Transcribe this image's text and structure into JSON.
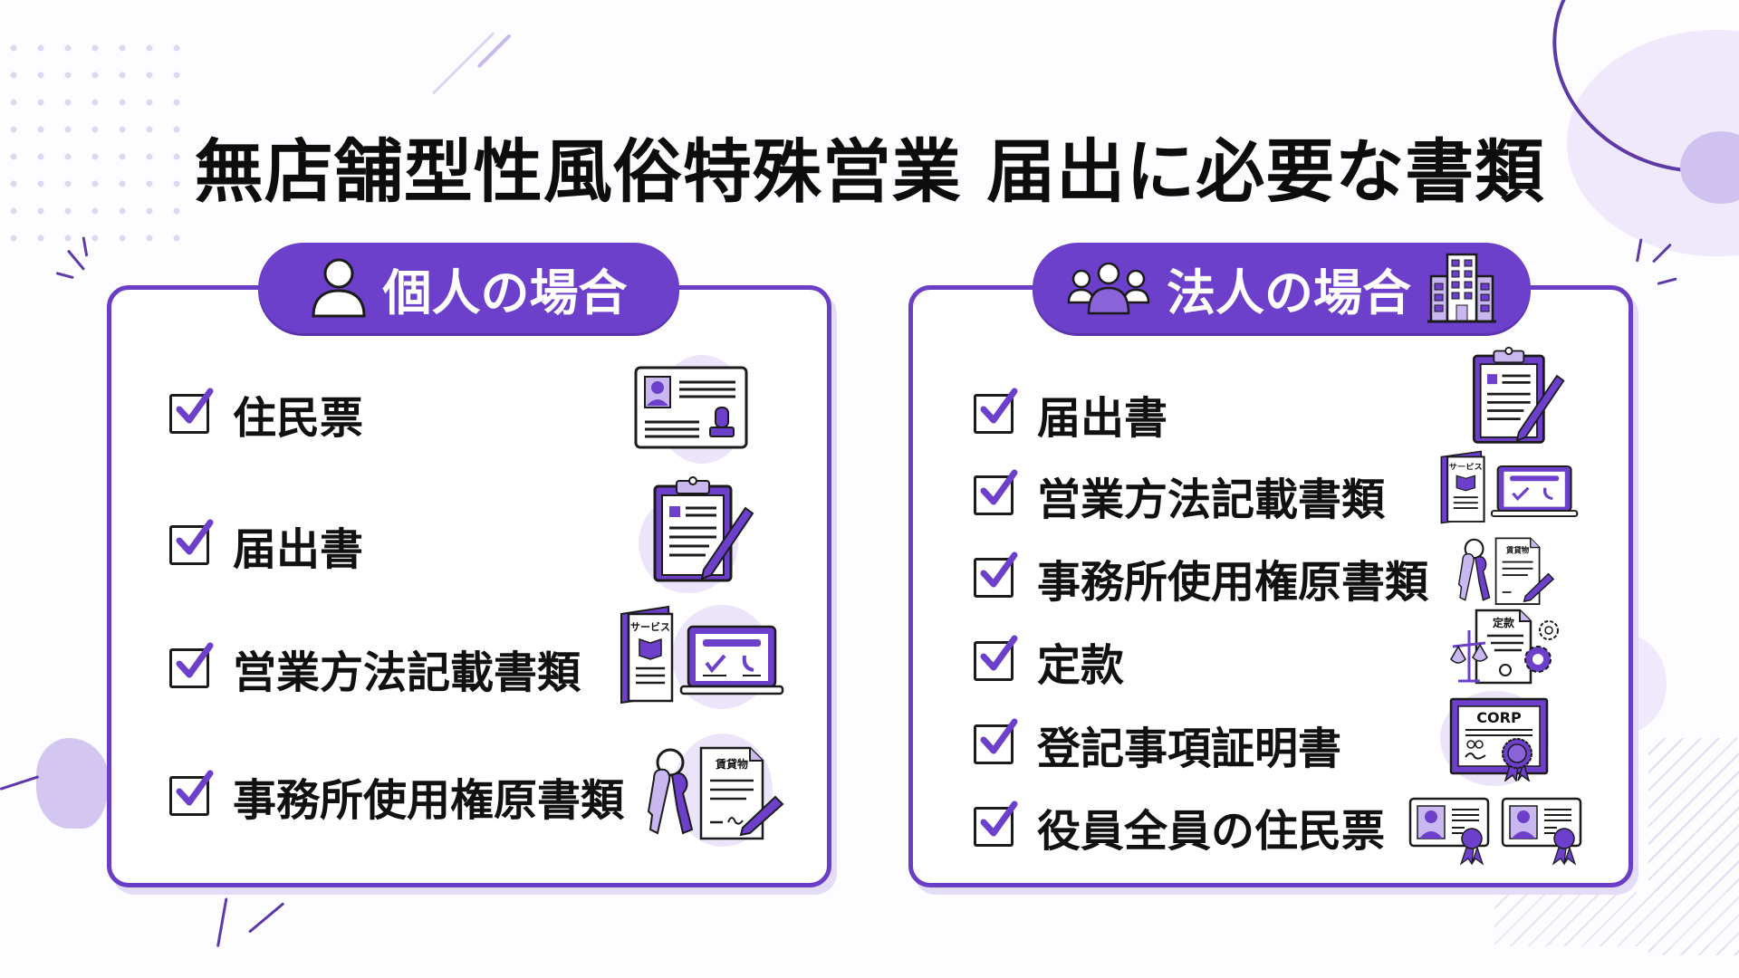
{
  "title": "無店舗型性風俗特殊営業 届出に必要な書類",
  "colors": {
    "accent": "#6c40cb",
    "accent_light": "#ece5fa",
    "text": "#111111",
    "border": "#6a3fc6"
  },
  "individual": {
    "heading": "個人の場合",
    "heading_icon": "person-icon",
    "items": [
      {
        "label": "住民票",
        "icon": "resident-card-stamp-icon"
      },
      {
        "label": "届出書",
        "icon": "clipboard-pen-icon"
      },
      {
        "label": "営業方法記載書類",
        "icon": "service-brochure-laptop-icon",
        "icon_text": "サービス"
      },
      {
        "label": "事務所使用権原書類",
        "icon": "keys-lease-document-icon",
        "icon_text": "賃貸物"
      }
    ]
  },
  "corporate": {
    "heading": "法人の場合",
    "heading_icon": "group-icon",
    "heading_icon_right": "building-icon",
    "items": [
      {
        "label": "届出書",
        "icon": "clipboard-pen-icon"
      },
      {
        "label": "営業方法記載書類",
        "icon": "service-brochure-laptop-icon",
        "icon_text": "サービス"
      },
      {
        "label": "事務所使用権原書類",
        "icon": "keys-lease-document-icon",
        "icon_text": "賃貸物"
      },
      {
        "label": "定款",
        "icon": "articles-scale-gear-icon",
        "icon_text": "定款"
      },
      {
        "label": "登記事項証明書",
        "icon": "corp-certificate-icon",
        "icon_text": "CORP"
      },
      {
        "label": "役員全員の住民票",
        "icon": "officer-id-cards-icon"
      }
    ]
  }
}
